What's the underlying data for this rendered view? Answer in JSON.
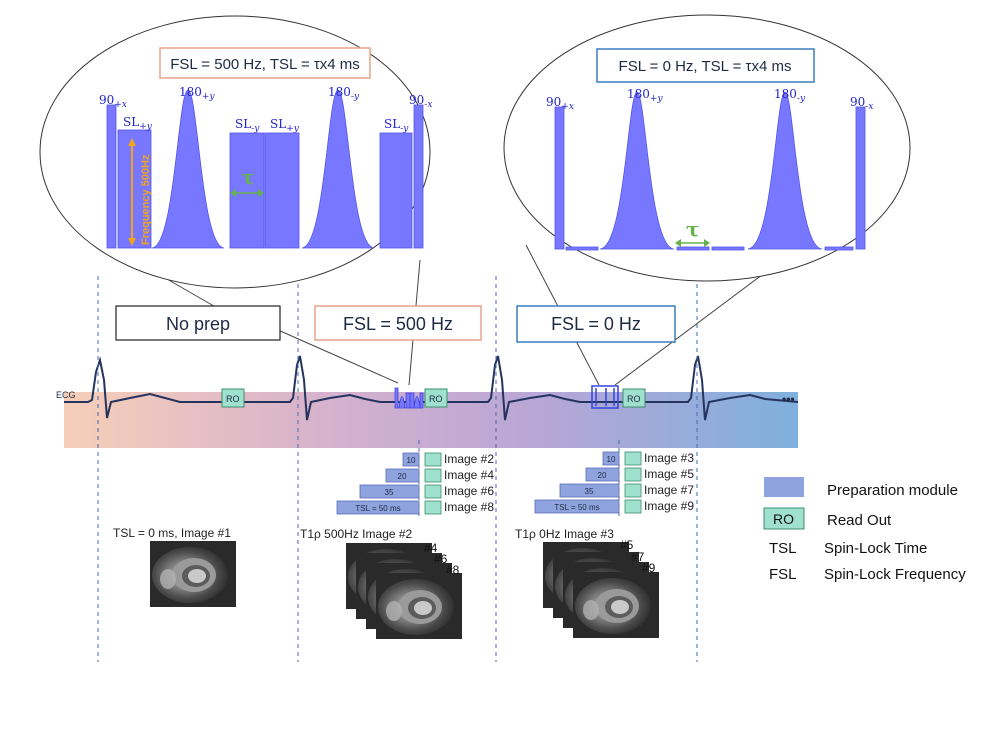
{
  "fsl500_panel": {
    "title": "FSL = 500 Hz, TSL = τx4 ms",
    "pulses": {
      "p90x": "90",
      "p90x_sub": "+x",
      "sl_py": "SL",
      "sl_py_sub": "+y",
      "p180_py": "180",
      "p180_py_sub": "+y",
      "sl_my": "SL",
      "sl_my_sub": "-y",
      "sl_py2": "SL",
      "sl_py2_sub": "+y",
      "p180_my": "180",
      "p180_my_sub": "-y",
      "sl_my2": "SL",
      "sl_my2_sub": "-y",
      "p90mx": "90",
      "p90mx_sub": "-x"
    },
    "tau": "τ",
    "freq_label": "Frequency 500Hz"
  },
  "fsl0_panel": {
    "title": "FSL = 0 Hz, TSL = τx4 ms",
    "pulses": {
      "p90x": "90",
      "p90x_sub": "+x",
      "p180_py": "180",
      "p180_py_sub": "+y",
      "p180_my": "180",
      "p180_my_sub": "-y",
      "p90mx": "90",
      "p90mx_sub": "-x"
    },
    "tau": "τ"
  },
  "labels": {
    "no_prep": "No prep",
    "fsl500": "FSL = 500 Hz",
    "fsl0": "FSL = 0 Hz"
  },
  "ecg": {
    "label": "ECG",
    "ro": "RO",
    "ellipsis": "•••"
  },
  "schedule_500": {
    "rows": [
      {
        "tsl": "10",
        "image": "Image #2"
      },
      {
        "tsl": "20",
        "image": "Image #4"
      },
      {
        "tsl": "35",
        "image": "Image #6"
      },
      {
        "tsl": "TSL = 50 ms",
        "image": "Image #8"
      }
    ]
  },
  "schedule_0": {
    "rows": [
      {
        "tsl": "10",
        "image": "Image #3"
      },
      {
        "tsl": "20",
        "image": "Image #5"
      },
      {
        "tsl": "35",
        "image": "Image #7"
      },
      {
        "tsl": "TSL = 50 ms",
        "image": "Image #9"
      }
    ]
  },
  "captions": {
    "img1": "TSL = 0 ms, Image #1",
    "stack500": "T1ρ 500Hz Image #2",
    "stack500_nums": [
      "#4",
      "#6",
      "#8"
    ],
    "stack0": "T1ρ 0Hz Image #3",
    "stack0_nums": [
      "#5",
      "#7",
      "#9"
    ]
  },
  "legend": {
    "prep_label": "Preparation module",
    "ro_box": "RO",
    "ro_label": "Read Out",
    "tsl_abbr": "TSL",
    "tsl_label": "Spin-Lock Time",
    "fsl_abbr": "FSL",
    "fsl_label": "Spin-Lock Frequency"
  },
  "colors": {
    "pulse": "#7777ff",
    "sub": "#2222cc",
    "orange_box": "#e8a48a",
    "blue_box": "#3a7dbf",
    "ro_fill": "#9fe0cf",
    "prep_fill": "#8fa3de",
    "tau_green": "#66b24a",
    "freq_orange": "#f2a31c"
  }
}
